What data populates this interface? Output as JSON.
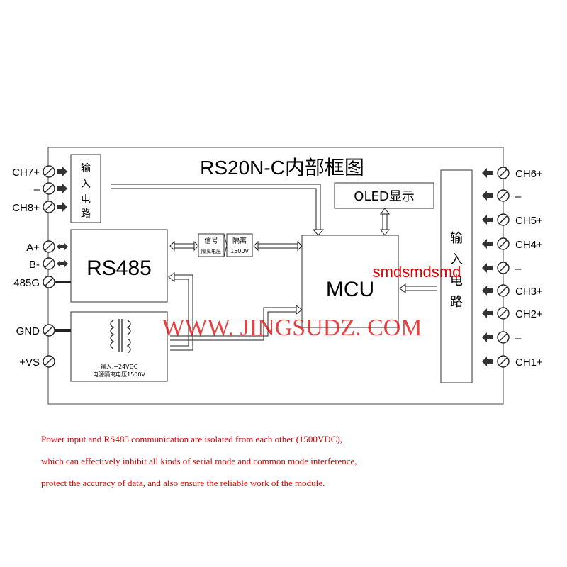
{
  "title": "RS20N-C内部框图",
  "left_terminals": [
    "CH7+",
    "–",
    "CH8+",
    "A+",
    "B-",
    "485G",
    "GND",
    "+VS"
  ],
  "right_terminals": [
    "CH6+",
    "–",
    "CH5+",
    "CH4+",
    "–",
    "CH3+",
    "CH2+",
    "–",
    "CH1+"
  ],
  "blocks": {
    "input_left": [
      "输",
      "入",
      "电",
      "路"
    ],
    "input_right": [
      "输",
      "入",
      "电",
      "路"
    ],
    "rs485": "RS485",
    "mcu": "MCU",
    "oled": "OLED显示",
    "isolator_left_line1": "信号",
    "isolator_left_line2": "隔离电压",
    "isolator_right_line1": "隔离",
    "isolator_right_line2": "1500V",
    "power_line1": "输入:+24VDC",
    "power_line2": "电源隔离电压1500V"
  },
  "watermarks": {
    "small": "smdsmdsmd",
    "large": "WWW. JINGSUDZ. COM"
  },
  "caption": [
    "Power input and RS485 communication are isolated from each other (1500VDC),",
    "which can effectively inhibit all kinds of serial mode and common mode interference,",
    "protect the accuracy of data, and also ensure the reliable work of the module."
  ],
  "colors": {
    "watermark": "#e00000",
    "caption": "#e00000",
    "line": "#222222"
  }
}
